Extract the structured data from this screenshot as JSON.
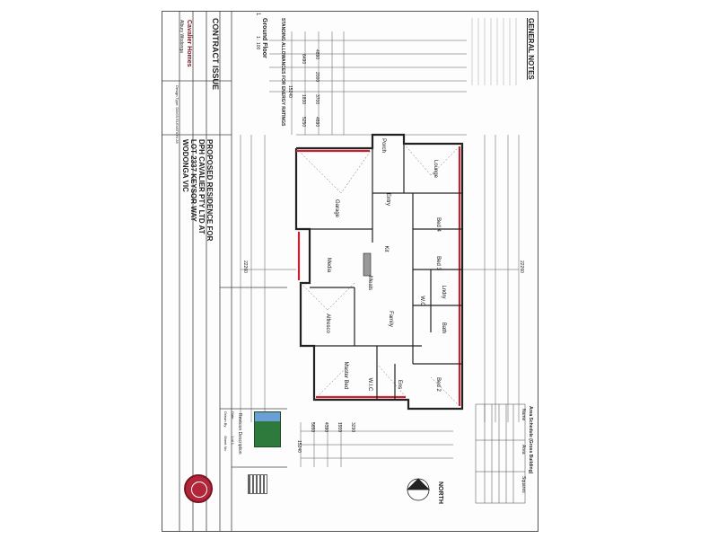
{
  "sheet": {
    "general_notes_title": "GENERAL NOTES",
    "notes_intro": "STANDING ALLOWANCES FOR ENERGY RATINGS",
    "level_label": "Ground Floor",
    "level_number": "1",
    "scale_label": "1 : 100",
    "status": "CONTRACT ISSUE",
    "project_title": "PROPOSED RESIDENCE FOR",
    "client": "DPH CAVALIER PTY LTD AT",
    "lot": "LOT 2337 KEYSOR WAY",
    "suburb": "WODONGA VIC",
    "brand": "Cavalier Homes",
    "brand_sub": "Albury Wodonga",
    "design": "Design Type: DAVIS ELEVATION 28",
    "north_label": "NORTH",
    "area_schedule_title": "Area Schedule (Gross Building)",
    "area_schedule_headers": [
      "Name",
      "Area",
      "Squares"
    ],
    "revision_label": "Revision Description",
    "dates": {
      "date_label": "Date",
      "drawn_label": "Drawn By",
      "sheet_label": "Sheet No",
      "sheet_value": "1 of 1"
    }
  },
  "rooms": {
    "porch": "Porch",
    "lounge": "Lounge",
    "entry": "Entry",
    "garage": "Garage",
    "bed4": "Bed 4",
    "bed3": "Bed 3",
    "media": "Media",
    "kit": "Kit",
    "family": "Family",
    "meals": "Meals",
    "alfresco": "Alfresco",
    "lndry": "Lndry",
    "bath": "Bath",
    "wc": "W.C",
    "wic": "W.I.C",
    "ens": "Ens",
    "master": "Master Bed",
    "bed2": "Bed 2"
  },
  "dimensions": {
    "top_overall": "15240",
    "top_row1": [
      "6490",
      "1830",
      "5250"
    ],
    "top_row2": [
      "4890",
      "2000",
      "3700",
      "4890"
    ],
    "bottom_overall": "15240",
    "bottom_row": [
      "5650",
      "4390",
      "1910",
      "3290"
    ],
    "left_overall": "22260",
    "right_overall": "22260"
  },
  "colors": {
    "wall": "#222222",
    "external_wall_highlight": "#c8202f",
    "dimension_line": "#555555",
    "stamp": "#b3263a"
  }
}
